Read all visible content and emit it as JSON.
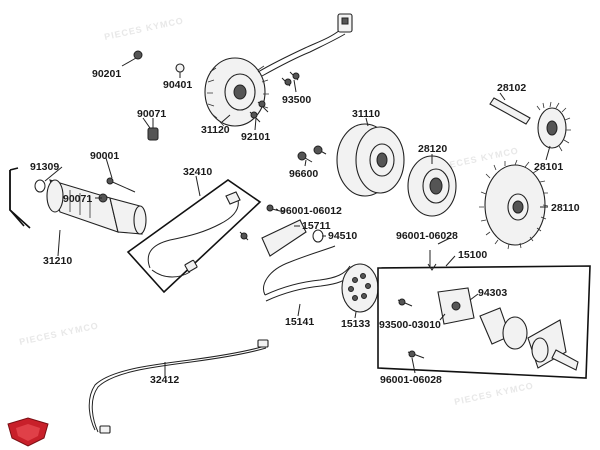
{
  "diagram": {
    "watermark": "PIECES KYMCO",
    "labels": [
      {
        "id": "90201",
        "text": "90201"
      },
      {
        "id": "90401",
        "text": "90401"
      },
      {
        "id": "93500",
        "text": "93500"
      },
      {
        "id": "90071a",
        "text": "90071"
      },
      {
        "id": "31120",
        "text": "31120"
      },
      {
        "id": "92101",
        "text": "92101"
      },
      {
        "id": "31110",
        "text": "31110"
      },
      {
        "id": "28102",
        "text": "28102"
      },
      {
        "id": "28120",
        "text": "28120"
      },
      {
        "id": "28101",
        "text": "28101"
      },
      {
        "id": "91309",
        "text": "91309"
      },
      {
        "id": "90001",
        "text": "90001"
      },
      {
        "id": "90071b",
        "text": "90071"
      },
      {
        "id": "32410",
        "text": "32410"
      },
      {
        "id": "96600",
        "text": "96600"
      },
      {
        "id": "28110",
        "text": "28110"
      },
      {
        "id": "96001-06012",
        "text": "96001-06012"
      },
      {
        "id": "15711",
        "text": "15711"
      },
      {
        "id": "94510",
        "text": "94510"
      },
      {
        "id": "96001-06028a",
        "text": "96001-06028"
      },
      {
        "id": "15100",
        "text": "15100"
      },
      {
        "id": "31210",
        "text": "31210"
      },
      {
        "id": "94303",
        "text": "94303"
      },
      {
        "id": "15141",
        "text": "15141"
      },
      {
        "id": "15133",
        "text": "15133"
      },
      {
        "id": "93500-03010",
        "text": "93500-03010"
      },
      {
        "id": "32412",
        "text": "32412"
      },
      {
        "id": "96001-06028b",
        "text": "96001-06028"
      }
    ]
  },
  "colors": {
    "logo": "#c8202a",
    "ink": "#1a1a1a"
  },
  "logo": {
    "icon": "kymco-shield-logo"
  }
}
